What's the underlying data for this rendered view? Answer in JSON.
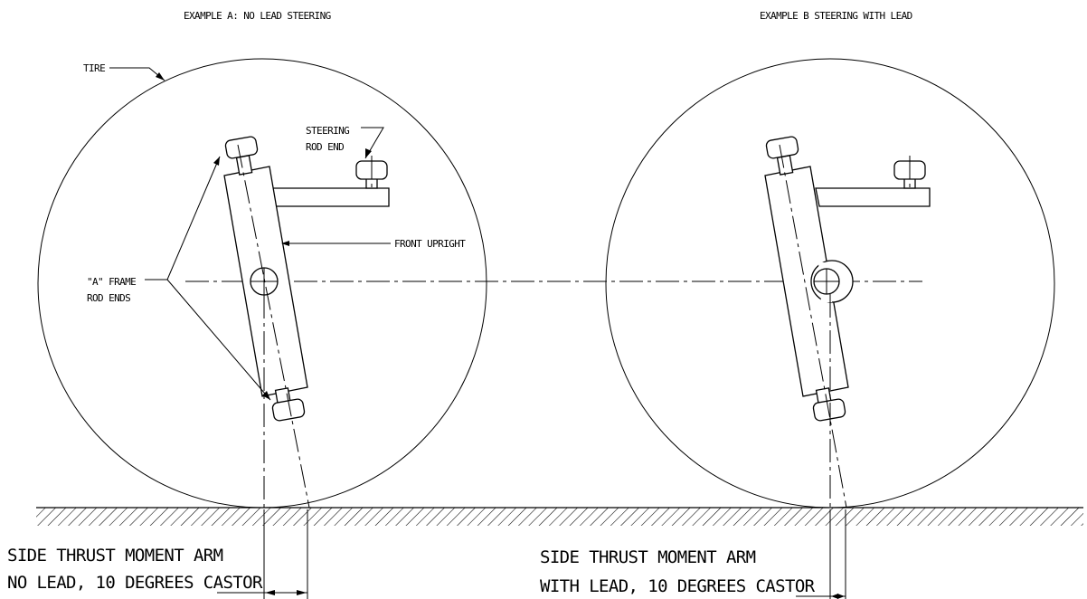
{
  "titles": {
    "example_a": "EXAMPLE A:  NO LEAD STEERING",
    "example_b": "EXAMPLE B STEERING WITH LEAD"
  },
  "labels": {
    "tire": "TIRE",
    "steering_rod_end_1": "STEERING",
    "steering_rod_end_2": "ROD END",
    "front_upright": "FRONT UPRIGHT",
    "a_frame_1": "\"A\" FRAME",
    "a_frame_2": "ROD ENDS"
  },
  "captions": {
    "a_line1": "SIDE THRUST MOMENT ARM",
    "a_line2": "NO LEAD, 10 DEGREES CASTOR",
    "b_line1": "SIDE THRUST MOMENT ARM",
    "b_line2": "WITH LEAD, 10 DEGREES CASTOR"
  }
}
